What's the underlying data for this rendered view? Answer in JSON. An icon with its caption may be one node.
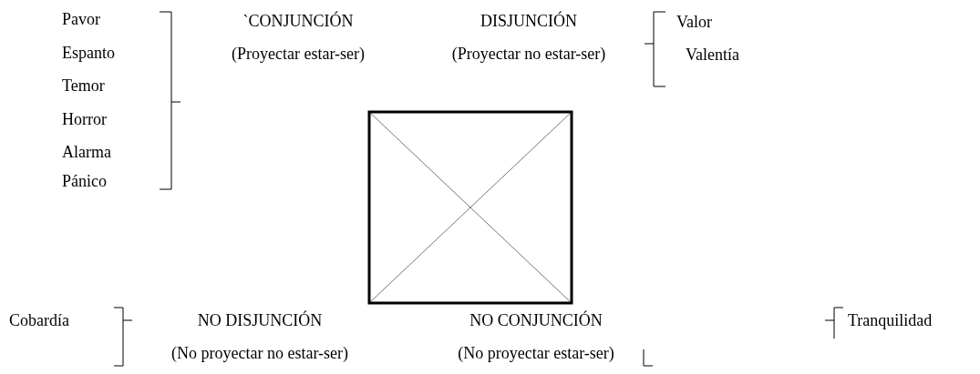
{
  "diagram": {
    "nodes": [
      {
        "text": [
          "`CONJUNCIÓN",
          "(Proyectar estar-ser)"
        ]
      },
      {
        "text": [
          "DISJUNCIÓN",
          "(Proyectar no estar-ser)"
        ]
      },
      {
        "text": [
          "NO DISJUNCIÓN",
          "(No proyectar no estar-ser)"
        ]
      },
      {
        "text": [
          "NO CONJUNCIÓN",
          "(No proyectar estar-ser)"
        ]
      }
    ],
    "labels": [
      "Pavor",
      "Espanto",
      "Temor",
      "Horror",
      "Alarma",
      "Pánico",
      "Valor",
      "Valentía",
      "Cobardía",
      "Tranquilidad"
    ]
  }
}
